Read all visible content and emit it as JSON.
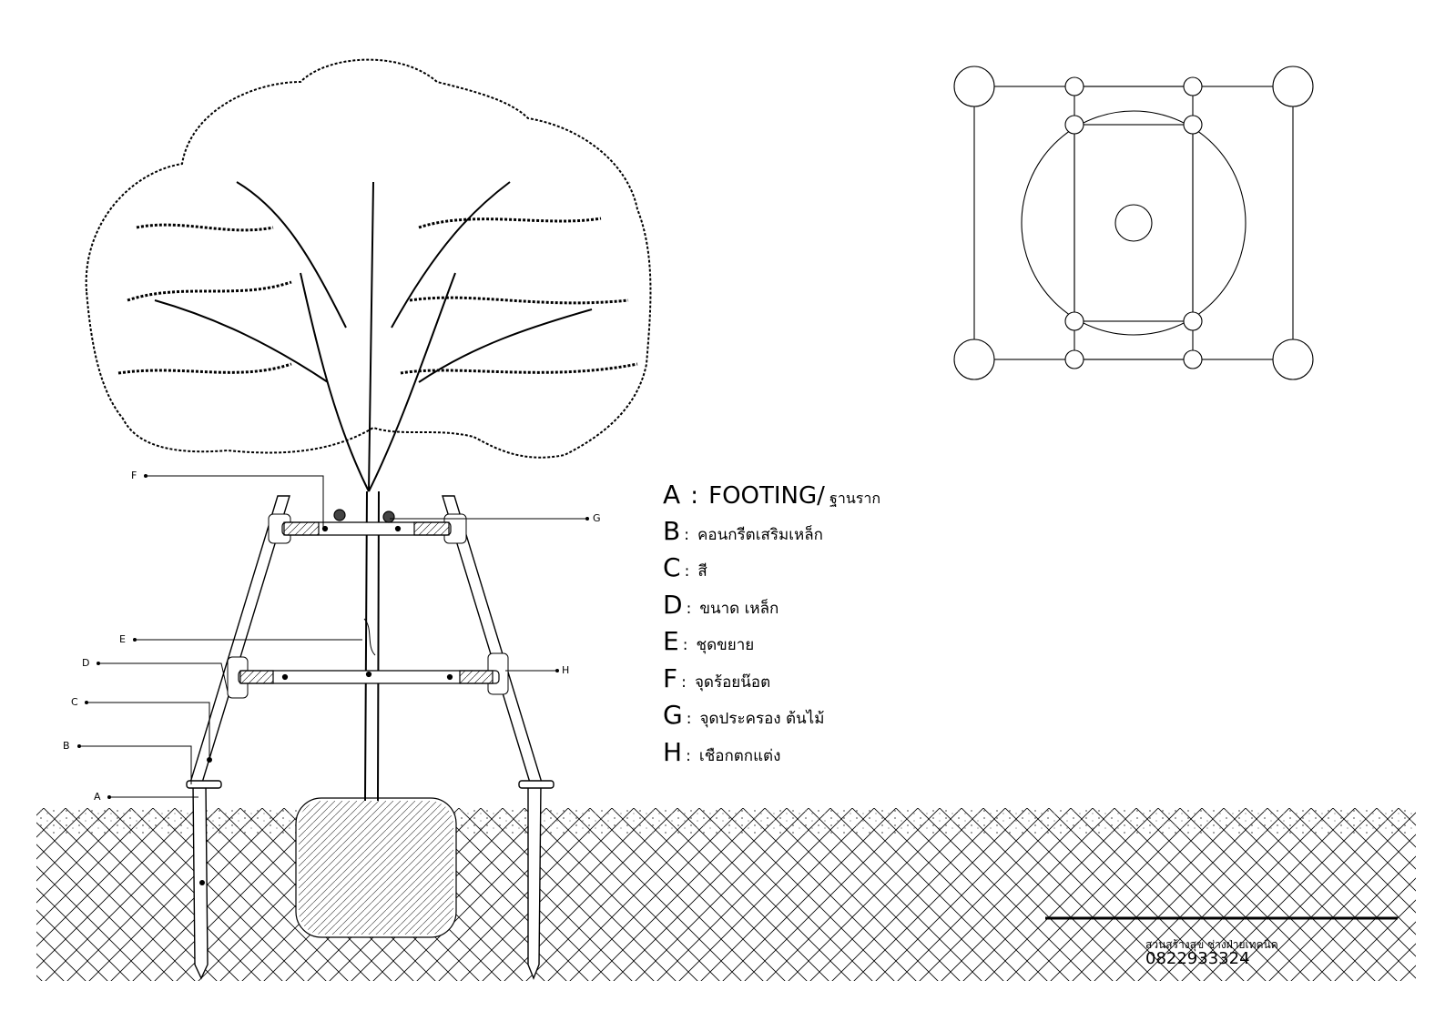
{
  "title": "Tree staking detail",
  "leader_labels": [
    "A",
    "B",
    "C",
    "D",
    "E",
    "F",
    "G",
    "H"
  ],
  "legend": [
    {
      "letter": "A",
      "sep": ":",
      "text": "FOOTING/",
      "sub": "ฐานราก"
    },
    {
      "letter": "B",
      "sep": ":",
      "text": "คอนกรีตเสริมเหล็ก"
    },
    {
      "letter": "C",
      "sep": ":",
      "text": "สี"
    },
    {
      "letter": "D",
      "sep": ":",
      "text": "ขนาด เหล็ก"
    },
    {
      "letter": "E",
      "sep": ":",
      "text": "ชุดขยาย"
    },
    {
      "letter": "F",
      "sep": ":",
      "text": "จุดร้อยน๊อต"
    },
    {
      "letter": "G",
      "sep": ":",
      "text": "จุดประครอง ต้นไม้"
    },
    {
      "letter": "H",
      "sep": ":",
      "text": "เชือกตกแต่ง"
    }
  ],
  "credit": {
    "org": "สวนสร้างสุข ช่างฝ่ายเทคนิค",
    "phone": "0822933324"
  },
  "colors": {
    "line": "#000000",
    "background": "#ffffff"
  }
}
